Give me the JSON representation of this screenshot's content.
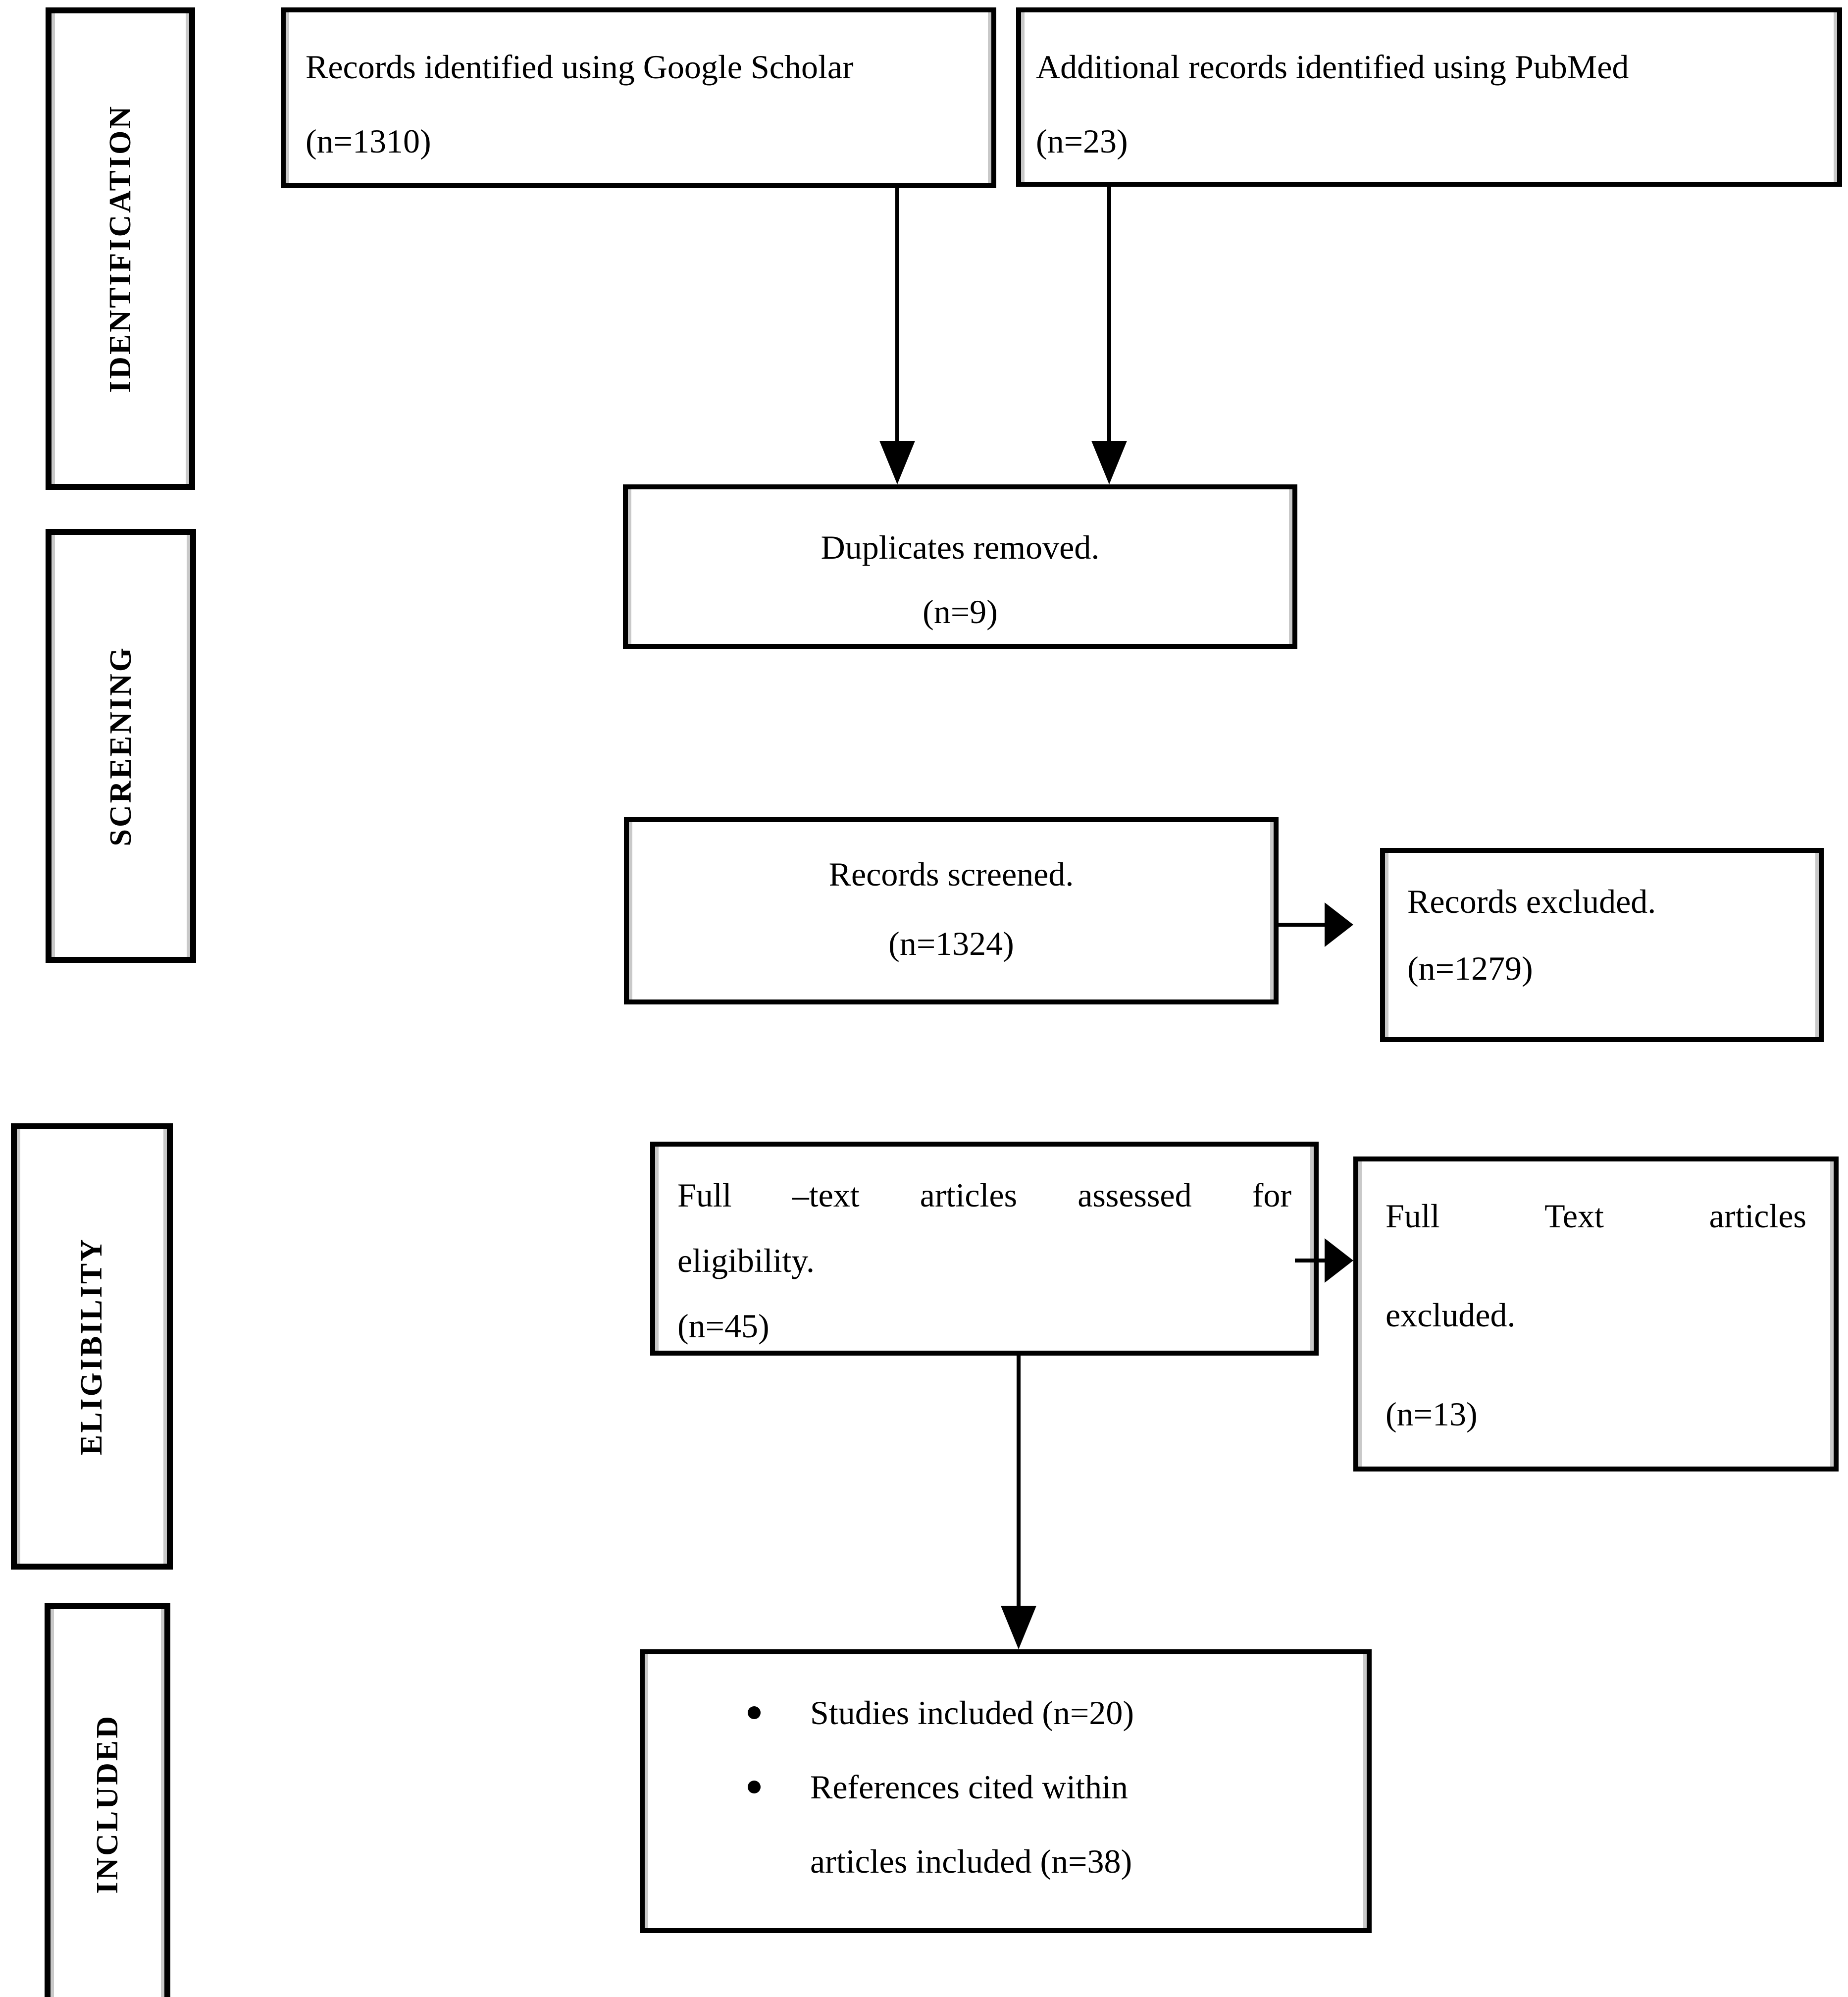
{
  "stages": [
    {
      "label": "IDENTIFICATION"
    },
    {
      "label": "SCREENING"
    },
    {
      "label": "ELIGIBILITY"
    },
    {
      "label": "INCLUDED"
    }
  ],
  "boxes": {
    "google": {
      "line1": "Records identified using Google Scholar",
      "line2": "(n=1310)"
    },
    "pubmed": {
      "line1": "Additional records identified using PubMed",
      "line2": "(n=23)"
    },
    "duplicates": {
      "line1": "Duplicates removed.",
      "line2": "(n=9)"
    },
    "screened": {
      "line1": "Records screened.",
      "line2": "(n=1324)"
    },
    "records_excluded": {
      "line1": "Records excluded.",
      "line2": "(n=1279)"
    },
    "assessed": {
      "line1": "Full –text articles assessed for",
      "line2": "eligibility.",
      "line3": "(n=45)"
    },
    "fulltext_excluded": {
      "line1": "Full Text articles",
      "line2": "excluded.",
      "line3": "(n=13)"
    },
    "included": {
      "bullet1": "Studies included (n=20)",
      "bullet2_line1": "References cited within",
      "bullet2_line2": "articles included (n=38)"
    }
  },
  "colors": {
    "ink": "#000000",
    "paper": "#ffffff",
    "inner_shadow": "#c9c9c9"
  }
}
